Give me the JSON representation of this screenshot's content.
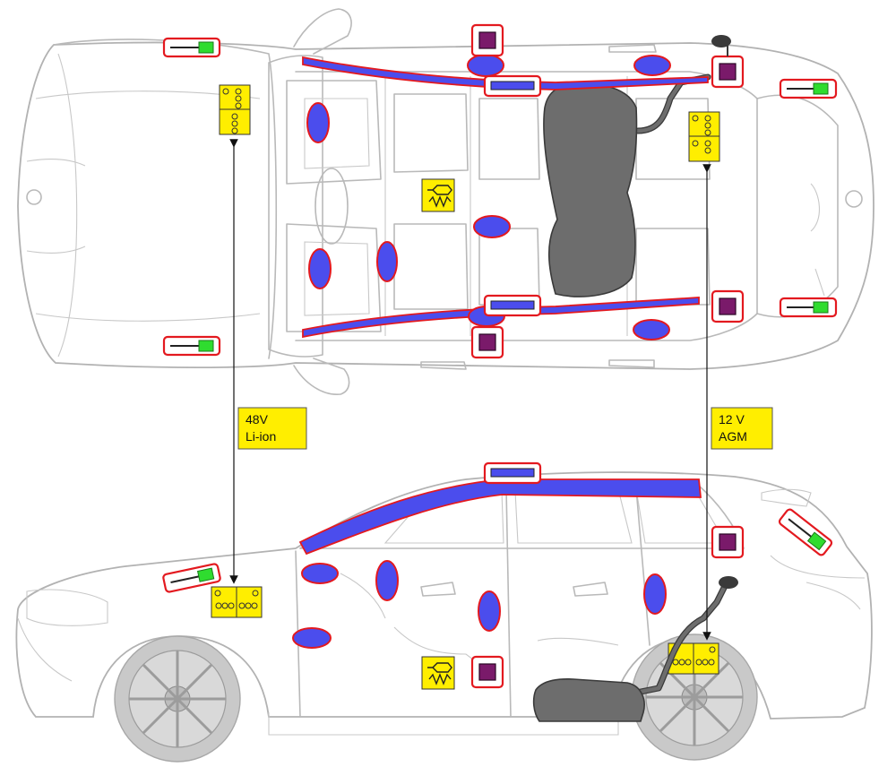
{
  "labels": {
    "battery_48v": {
      "line1": "48V",
      "line2": "Li-ion"
    },
    "battery_12v": {
      "line1": "12 V",
      "line2": "AGM"
    }
  },
  "colors": {
    "airbag": "#4b4ded",
    "outline": "#e3191f",
    "sensor": "#7a1a6a",
    "pretensioner": "#2fdc2f",
    "battery": "#ffee00",
    "tank": "#6d6d6d"
  },
  "icons": [
    "airbag-icon",
    "curtain-airbag-icon",
    "crash-sensor-icon",
    "pretensioner-icon",
    "battery-icon",
    "control-unit-icon",
    "fuel-tank-icon"
  ]
}
